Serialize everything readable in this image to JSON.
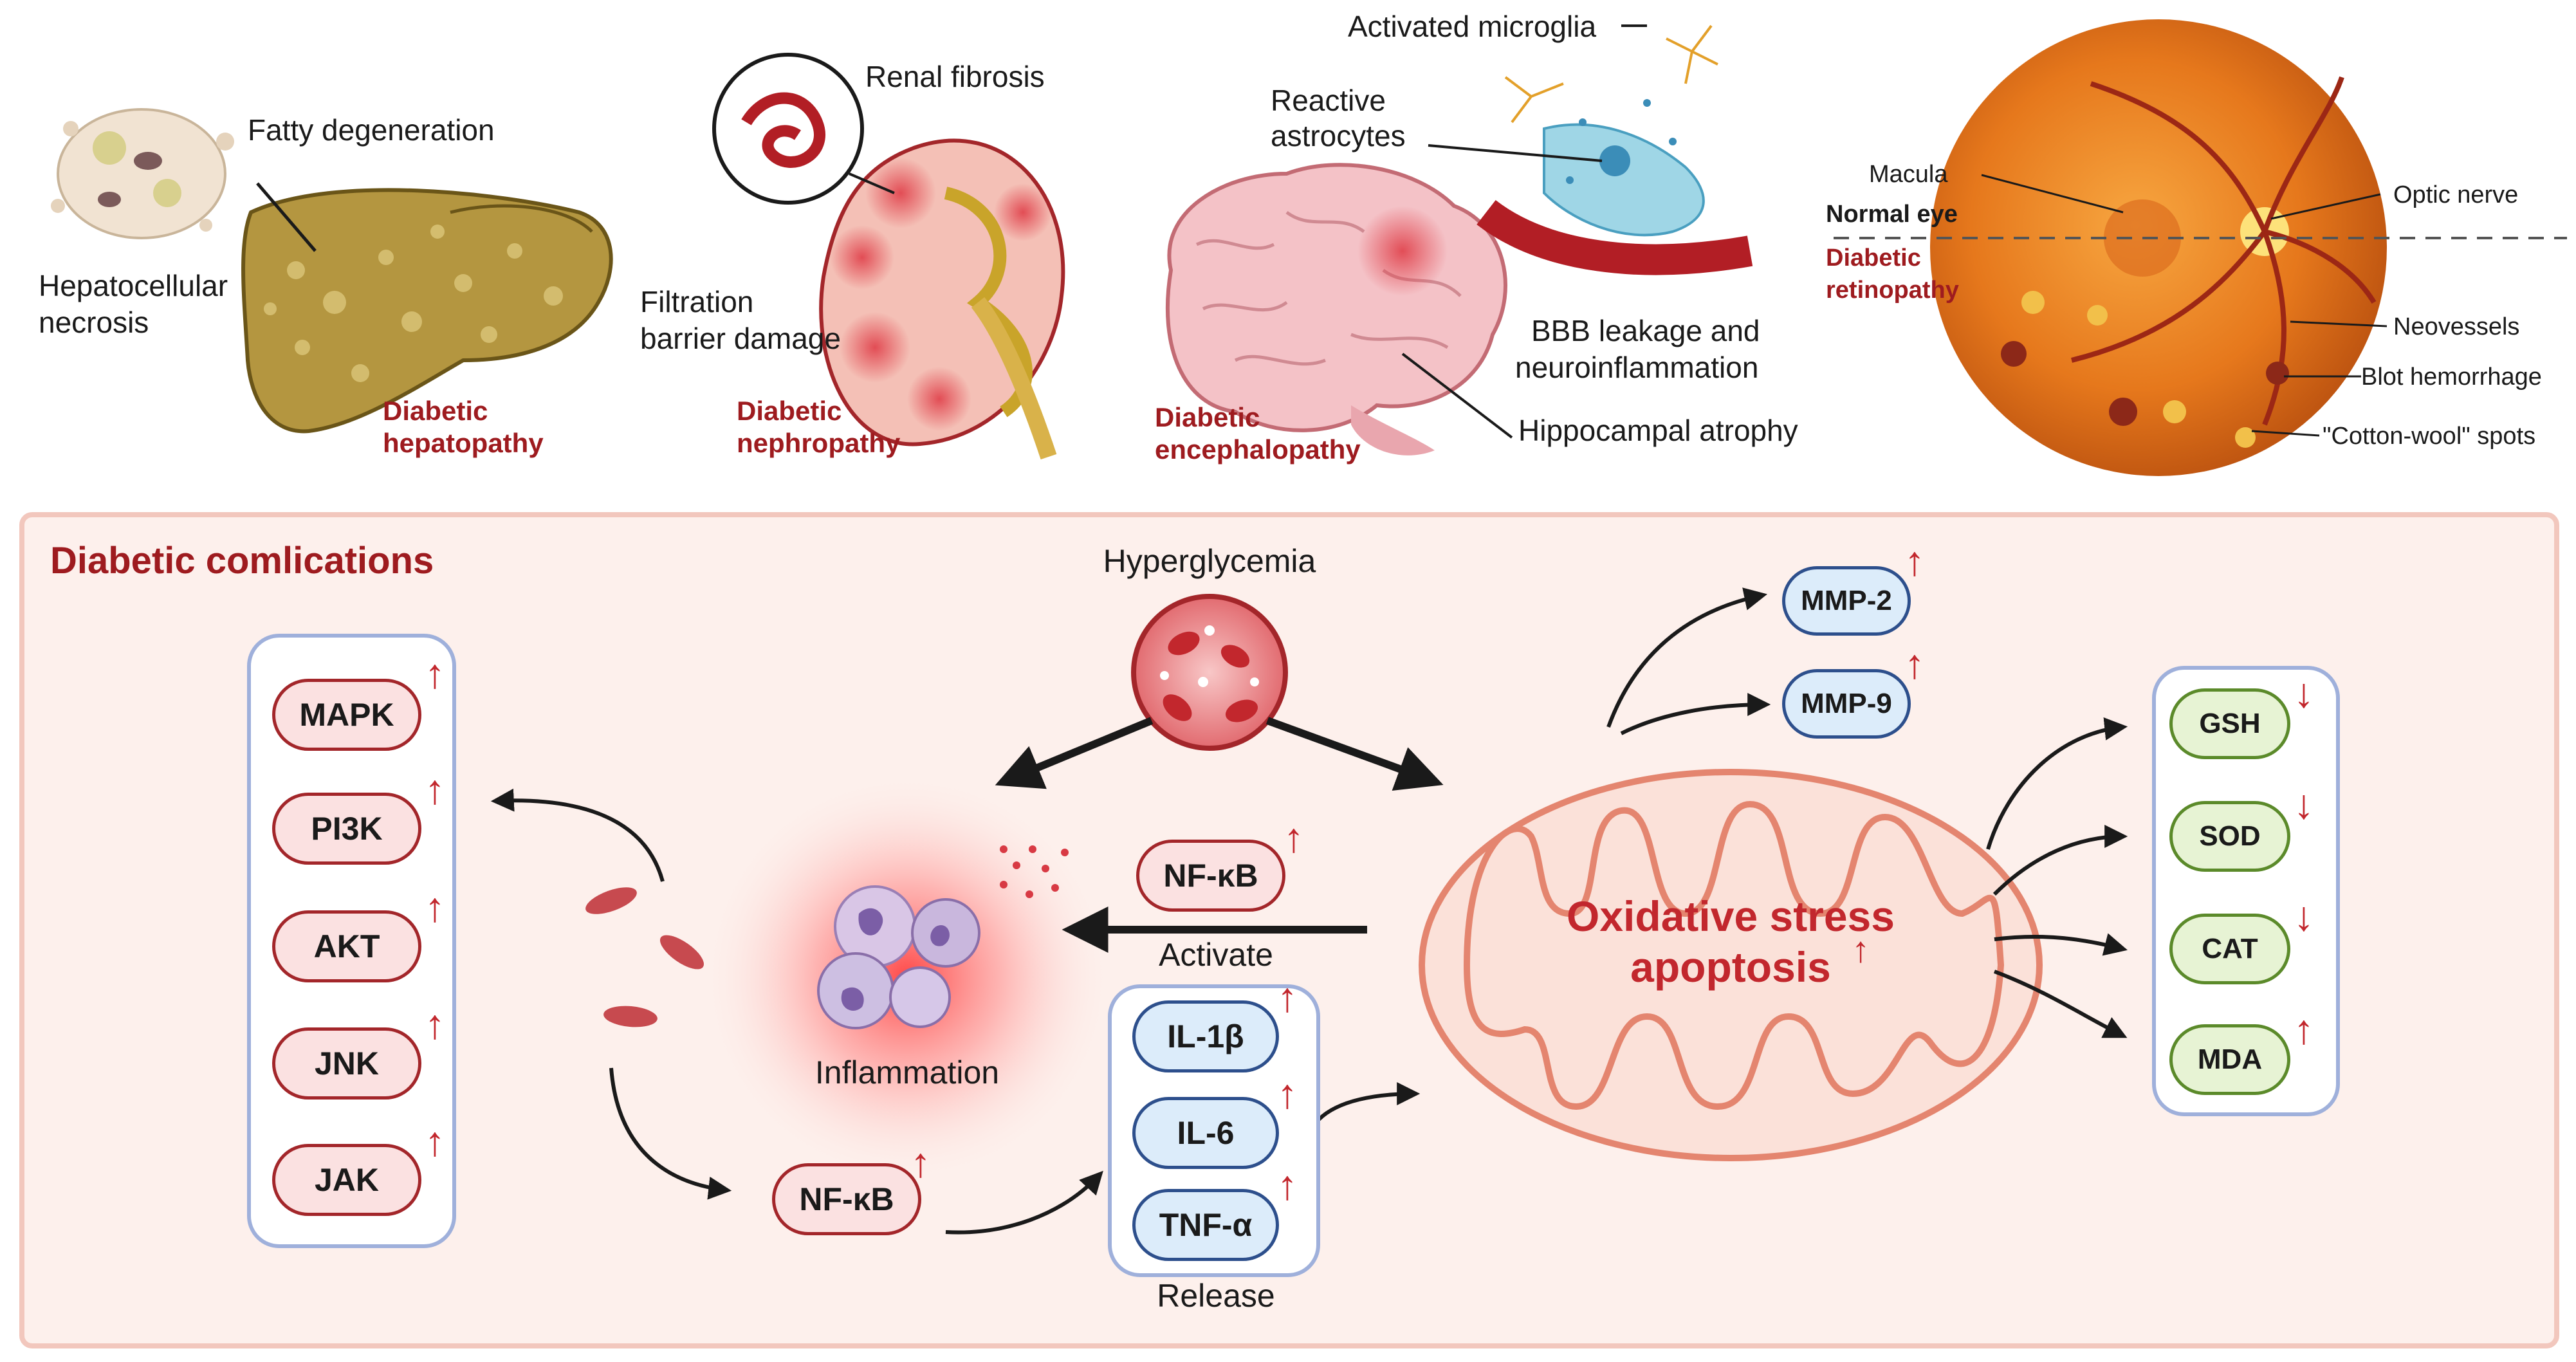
{
  "organs": {
    "liver": {
      "fatty": "Fatty degeneration",
      "necrosis_1": "Hepatocellular",
      "necrosis_2": "necrosis",
      "title_1": "Diabetic",
      "title_2": "hepatopathy"
    },
    "kidney": {
      "fibrosis": "Renal fibrosis",
      "filtration_1": "Filtration",
      "filtration_2": "barrier damage",
      "title_1": "Diabetic",
      "title_2": "nephropathy"
    },
    "brain": {
      "microglia": "Activated microglia",
      "astro_1": "Reactive",
      "astro_2": "astrocytes",
      "bbb_1": "BBB leakage and",
      "bbb_2": "neuroinflammation",
      "hippocampal": "Hippocampal atrophy",
      "title_1": "Diabetic",
      "title_2": "encephalopathy"
    },
    "eye": {
      "macula": "Macula",
      "normal": "Normal eye",
      "diabetic_1": "Diabetic",
      "diabetic_2": "retinopathy",
      "optic": "Optic nerve",
      "neovessels": "Neovessels",
      "blot": "Blot hemorrhage",
      "cotton": "\"Cotton-wool\" spots"
    }
  },
  "panel": {
    "title": "Diabetic comlications",
    "hyperglycemia": "Hyperglycemia",
    "inflammation": "Inflammation",
    "activate": "Activate",
    "release": "Release",
    "oxidative_1": "Oxidative stress",
    "oxidative_2": "apoptosis",
    "kinases": [
      {
        "label": "MAPK",
        "dir": "↑"
      },
      {
        "label": "PI3K",
        "dir": "↑"
      },
      {
        "label": "AKT",
        "dir": "↑"
      },
      {
        "label": "JNK",
        "dir": "↑"
      },
      {
        "label": "JAK",
        "dir": "↑"
      }
    ],
    "nfkb_top": {
      "label": "NF-κB",
      "dir": "↑"
    },
    "nfkb_bottom": {
      "label": "NF-κB",
      "dir": "↑"
    },
    "cytokines": [
      {
        "label": "IL-1β",
        "dir": "↑"
      },
      {
        "label": "IL-6",
        "dir": "↑"
      },
      {
        "label": "TNF-α",
        "dir": "↑"
      }
    ],
    "mmps": [
      {
        "label": "MMP-2",
        "dir": "↑"
      },
      {
        "label": "MMP-9",
        "dir": "↑"
      }
    ],
    "oxidative_dir": "↑",
    "antioxidants": [
      {
        "label": "GSH",
        "dir": "↓"
      },
      {
        "label": "SOD",
        "dir": "↓"
      },
      {
        "label": "CAT",
        "dir": "↓"
      },
      {
        "label": "MDA",
        "dir": "↑"
      }
    ]
  },
  "colors": {
    "accent_red": "#9e1b1f",
    "arrow_red": "#c2272d",
    "panel_bg": "#fdf0ec",
    "panel_border": "#f2c7bd",
    "box_border": "#9fb0db"
  }
}
